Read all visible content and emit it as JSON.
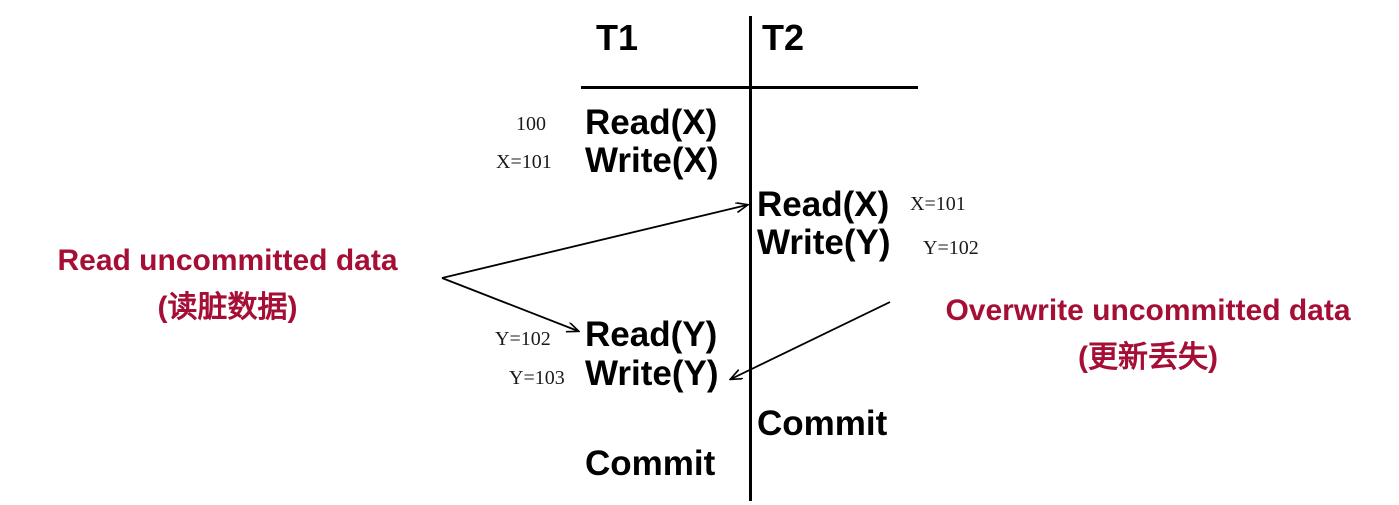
{
  "diagram": {
    "title": "Concurrent transaction schedule showing dirty read and lost update",
    "accent_color": "#A50F35",
    "line_color": "#000000",
    "columns": [
      {
        "id": "t1",
        "label": "T1"
      },
      {
        "id": "t2",
        "label": "T2"
      }
    ],
    "t1_operations": [
      {
        "value": "100",
        "op": "Read(X)"
      },
      {
        "value": "X=101",
        "op": "Write(X)"
      },
      {
        "value": "Y=102",
        "op": "Read(Y)"
      },
      {
        "value": "Y=103",
        "op": "Write(Y)"
      },
      {
        "value": "",
        "op": "Commit"
      }
    ],
    "t2_operations": [
      {
        "op": "Read(X)",
        "value": "X=101"
      },
      {
        "op": "Write(Y)",
        "value": "Y=102"
      },
      {
        "op": "Commit",
        "value": ""
      }
    ],
    "callouts": [
      {
        "id": "read-uncommitted",
        "line1": "Read uncommitted data",
        "line2_open": "(",
        "line2_cn": "读脏数据",
        "line2_close": ")"
      },
      {
        "id": "overwrite-uncommitted",
        "line1": "Overwrite uncommitted data",
        "line2_open": "(",
        "line2_cn": "更新丢失",
        "line2_close": ")"
      }
    ]
  }
}
